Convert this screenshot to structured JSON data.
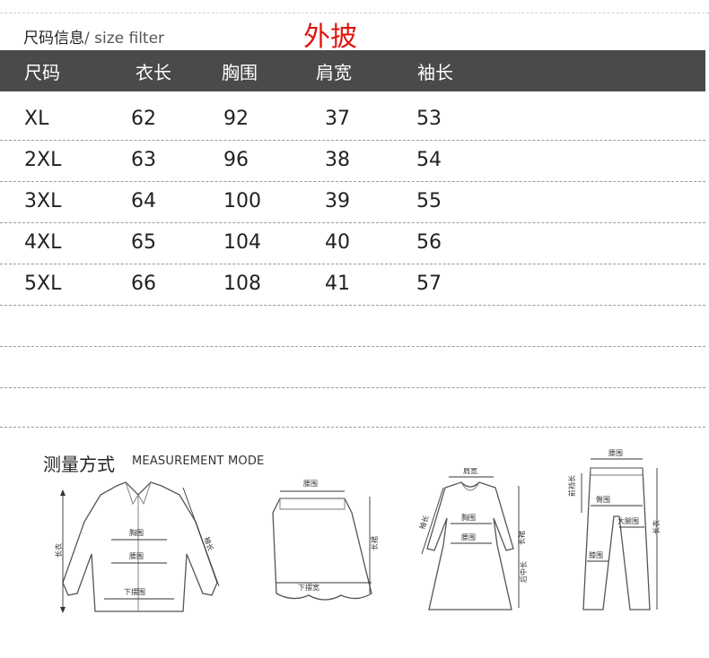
{
  "header": {
    "title": "尺码信息",
    "subtitle": "/ size filter",
    "accent": "外披",
    "accent_color": "#e0140f"
  },
  "table": {
    "header_bg": "#4a4a4a",
    "columns": [
      "尺码",
      "衣长",
      "胸围",
      "肩宽",
      "袖长"
    ],
    "rows": [
      [
        "XL",
        "62",
        "92",
        "37",
        "53"
      ],
      [
        "2XL",
        "63",
        "96",
        "38",
        "54"
      ],
      [
        "3XL",
        "64",
        "100",
        "39",
        "55"
      ],
      [
        "4XL",
        "65",
        "104",
        "40",
        "56"
      ],
      [
        "5XL",
        "66",
        "108",
        "41",
        "57"
      ]
    ]
  },
  "measurement": {
    "title": "测量方式",
    "subtitle": "MEASUREMENT MODE",
    "shirt": {
      "length": "长衣",
      "chest": "胸围",
      "waist": "腰围",
      "hem": "下摆围",
      "sleeve": "袖长"
    },
    "skirt": {
      "waist": "腰围",
      "length": "长裙",
      "hem": "下摆宽"
    },
    "dress": {
      "shoulder": "肩宽",
      "sleeve": "袖长",
      "chest": "胸围",
      "waist": "腰围",
      "length": "长裙",
      "back_mid": "后中长"
    },
    "pants": {
      "waist": "腰围",
      "rise": "前裆长",
      "hip": "臀围",
      "thigh": "大腿围",
      "knee": "膝围",
      "length": "长衣"
    }
  }
}
